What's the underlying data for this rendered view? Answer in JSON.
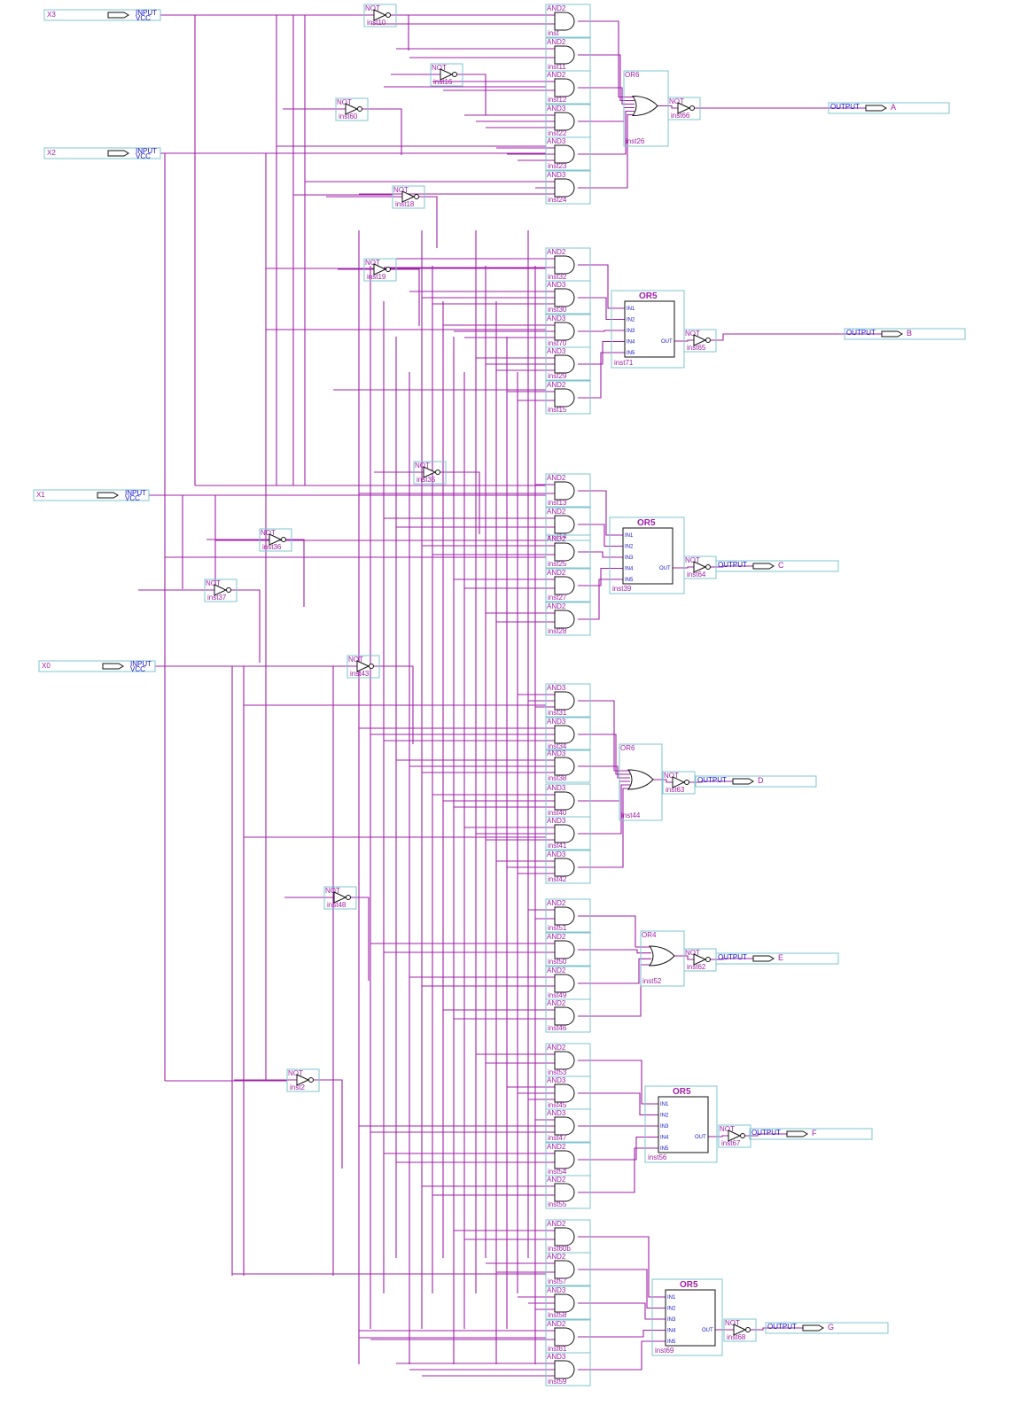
{
  "inputs": [
    {
      "name": "X3",
      "kind": "INPUT",
      "vcc": "VCC"
    },
    {
      "name": "X2",
      "kind": "INPUT",
      "vcc": "VCC"
    },
    {
      "name": "X1",
      "kind": "INPUT",
      "vcc": "VCC"
    },
    {
      "name": "X0",
      "kind": "INPUT",
      "vcc": "VCC"
    }
  ],
  "outputs": [
    {
      "name": "A",
      "kind": "OUTPUT"
    },
    {
      "name": "B",
      "kind": "OUTPUT"
    },
    {
      "name": "C",
      "kind": "OUTPUT"
    },
    {
      "name": "D",
      "kind": "OUTPUT"
    },
    {
      "name": "E",
      "kind": "OUTPUT"
    },
    {
      "name": "F",
      "kind": "OUTPUT"
    },
    {
      "name": "G",
      "kind": "OUTPUT"
    }
  ],
  "inverters": [
    {
      "type": "NOT",
      "inst": "inst10"
    },
    {
      "type": "NOT",
      "inst": "inst16"
    },
    {
      "type": "NOT",
      "inst": "inst60"
    },
    {
      "type": "NOT",
      "inst": "inst18"
    },
    {
      "type": "NOT",
      "inst": "inst19"
    },
    {
      "type": "NOT",
      "inst": "inst35"
    },
    {
      "type": "NOT",
      "inst": "inst36"
    },
    {
      "type": "NOT",
      "inst": "inst37"
    },
    {
      "type": "NOT",
      "inst": "inst43"
    },
    {
      "type": "NOT",
      "inst": "inst48"
    },
    {
      "type": "NOT",
      "inst": "inst2"
    },
    {
      "type": "NOT",
      "inst": "inst66"
    },
    {
      "type": "NOT",
      "inst": "inst65"
    },
    {
      "type": "NOT",
      "inst": "inst64"
    },
    {
      "type": "NOT",
      "inst": "inst63"
    },
    {
      "type": "NOT",
      "inst": "inst62"
    },
    {
      "type": "NOT",
      "inst": "inst67"
    },
    {
      "type": "NOT",
      "inst": "inst68"
    }
  ],
  "and_gates": [
    {
      "type": "AND2",
      "inst": "inst"
    },
    {
      "type": "AND2",
      "inst": "inst11"
    },
    {
      "type": "AND2",
      "inst": "inst12"
    },
    {
      "type": "AND3",
      "inst": "inst22"
    },
    {
      "type": "AND3",
      "inst": "inst23"
    },
    {
      "type": "AND3",
      "inst": "inst24"
    },
    {
      "type": "AND2",
      "inst": "inst32"
    },
    {
      "type": "AND3",
      "inst": "inst30"
    },
    {
      "type": "AND3",
      "inst": "inst70"
    },
    {
      "type": "AND3",
      "inst": "inst29"
    },
    {
      "type": "AND2",
      "inst": "inst15"
    },
    {
      "type": "AND2",
      "inst": "inst13"
    },
    {
      "type": "AND2",
      "inst": "inst14"
    },
    {
      "type": "AND2",
      "inst": "inst25"
    },
    {
      "type": "AND2",
      "inst": "inst27"
    },
    {
      "type": "AND2",
      "inst": "inst28"
    },
    {
      "type": "AND3",
      "inst": "inst31"
    },
    {
      "type": "AND3",
      "inst": "inst34"
    },
    {
      "type": "AND3",
      "inst": "inst38"
    },
    {
      "type": "AND3",
      "inst": "inst40"
    },
    {
      "type": "AND3",
      "inst": "inst41"
    },
    {
      "type": "AND3",
      "inst": "inst42"
    },
    {
      "type": "AND2",
      "inst": "inst51"
    },
    {
      "type": "AND2",
      "inst": "inst50"
    },
    {
      "type": "AND2",
      "inst": "inst49"
    },
    {
      "type": "AND2",
      "inst": "inst46"
    },
    {
      "type": "AND2",
      "inst": "inst53"
    },
    {
      "type": "AND3",
      "inst": "inst45"
    },
    {
      "type": "AND3",
      "inst": "inst47"
    },
    {
      "type": "AND2",
      "inst": "inst54"
    },
    {
      "type": "AND2",
      "inst": "inst55"
    },
    {
      "type": "AND2",
      "inst": "inst60b"
    },
    {
      "type": "AND2",
      "inst": "inst57"
    },
    {
      "type": "AND3",
      "inst": "inst58"
    },
    {
      "type": "AND2",
      "inst": "inst61"
    },
    {
      "type": "AND3",
      "inst": "inst59"
    }
  ],
  "or_gates": [
    {
      "type": "OR6",
      "inst": "inst26"
    },
    {
      "type": "OR6",
      "inst": "inst44"
    },
    {
      "type": "OR4",
      "inst": "inst52"
    }
  ],
  "or5_blocks": [
    {
      "title": "OR5",
      "inst": "inst71",
      "pins": [
        "IN1",
        "IN2",
        "IN3",
        "IN4",
        "IN5"
      ],
      "out": "OUT"
    },
    {
      "title": "OR5",
      "inst": "inst39",
      "pins": [
        "IN1",
        "IN2",
        "IN3",
        "IN4",
        "IN5"
      ],
      "out": "OUT"
    },
    {
      "title": "OR5",
      "inst": "inst56",
      "pins": [
        "IN1",
        "IN2",
        "IN3",
        "IN4",
        "IN5"
      ],
      "out": "OUT"
    },
    {
      "title": "OR5",
      "inst": "inst69",
      "pins": [
        "IN1",
        "IN2",
        "IN3",
        "IN4",
        "IN5"
      ],
      "out": "OUT"
    }
  ]
}
